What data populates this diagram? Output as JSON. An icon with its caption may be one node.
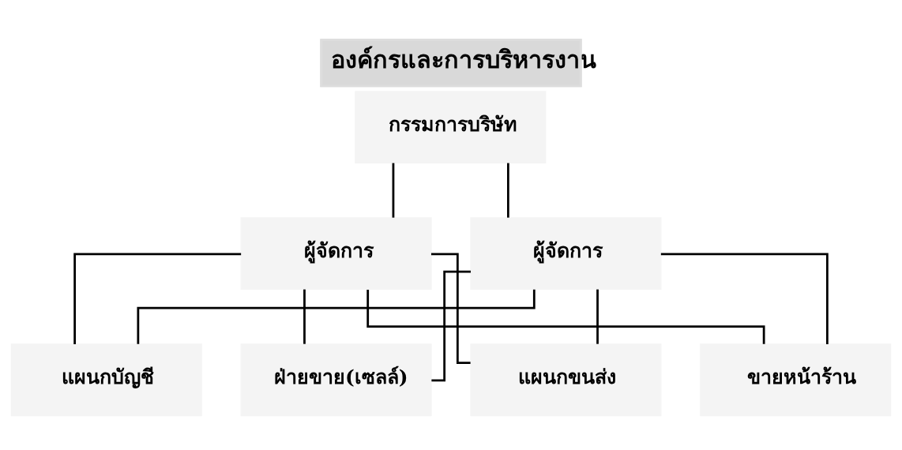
{
  "diagram": {
    "title": "องค์กรและการบริหารงาน",
    "nodes": [
      {
        "text": [
          "กรรมการบริษัท"
        ]
      },
      {
        "text": [
          "ผู้จัดการ"
        ]
      },
      {
        "text": [
          "ผู้จัดการ"
        ]
      },
      {
        "text": [
          "แผนกบัญชี"
        ]
      },
      {
        "text": [
          "ฝ่ายขาย(เซลล์)"
        ]
      },
      {
        "text": [
          "แผนกขนส่ง"
        ]
      },
      {
        "text": [
          "ขายหน้าร้าน"
        ]
      }
    ],
    "edges": [
      {
        "from": 0,
        "to": 1,
        "arrow": "none"
      },
      {
        "from": 0,
        "to": 2,
        "arrow": "none"
      },
      {
        "from": 1,
        "to": 3,
        "arrow": "none"
      },
      {
        "from": 1,
        "to": 4,
        "arrow": "none"
      },
      {
        "from": 1,
        "to": 5,
        "arrow": "none"
      },
      {
        "from": 1,
        "to": 6,
        "arrow": "none"
      },
      {
        "from": 2,
        "to": 3,
        "arrow": "none"
      },
      {
        "from": 2,
        "to": 4,
        "arrow": "none"
      },
      {
        "from": 2,
        "to": 5,
        "arrow": "none"
      },
      {
        "from": 2,
        "to": 6,
        "arrow": "none"
      }
    ]
  }
}
